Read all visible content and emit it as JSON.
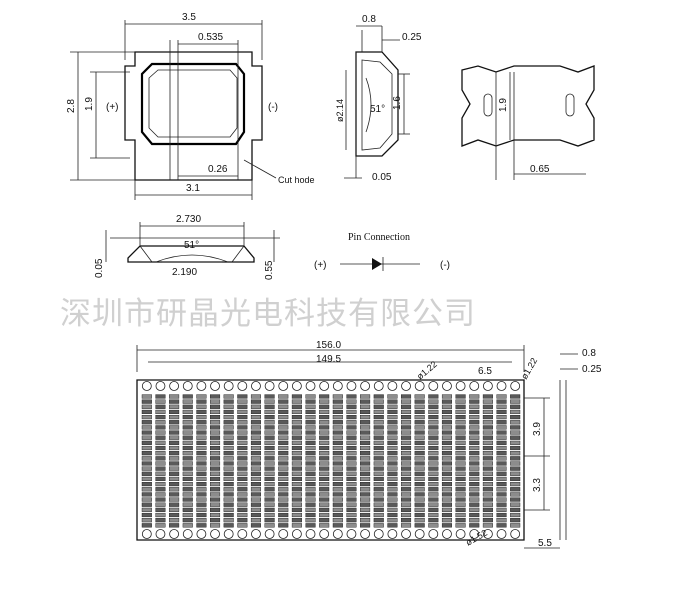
{
  "top_view": {
    "width_outer": "3.5",
    "width_inner": "3.1",
    "height_outer": "2.8",
    "height_inner": "1.9",
    "top_offset": "0.535",
    "bottom_offset": "0.26",
    "plus_label": "(+)",
    "minus_label": "(-)",
    "cut_hode_label": "Cut hode"
  },
  "side_view": {
    "top_width": "0.8",
    "top_right": "0.25",
    "diameter": "ø2.14",
    "angle": "51°",
    "height": "1.6",
    "bottom_thickness": "0.05"
  },
  "back_view": {
    "height": "1.9",
    "pad_width": "0.65"
  },
  "cross_section": {
    "top_width": "2.730",
    "angle": "51°",
    "bottom_width": "2.190",
    "left_height": "0.05",
    "right_height": "0.55"
  },
  "pin_connection": {
    "title": "Pin Connection",
    "plus_label": "(+)",
    "minus_label": "(-)"
  },
  "watermark": "深圳市研晶光电科技有限公司",
  "reel_view": {
    "total_length": "156.0",
    "inner_length": "149.5",
    "hole_top_left": "ø1.22",
    "pitch": "6.5",
    "hole_top_right": "ø1.22",
    "tape_thickness": "0.8",
    "cover_thickness": "0.25",
    "row_pitch_top": "3.9",
    "row_pitch_bottom": "3.3",
    "hole_bottom": "ø1.52",
    "edge_margin": "5.5"
  }
}
